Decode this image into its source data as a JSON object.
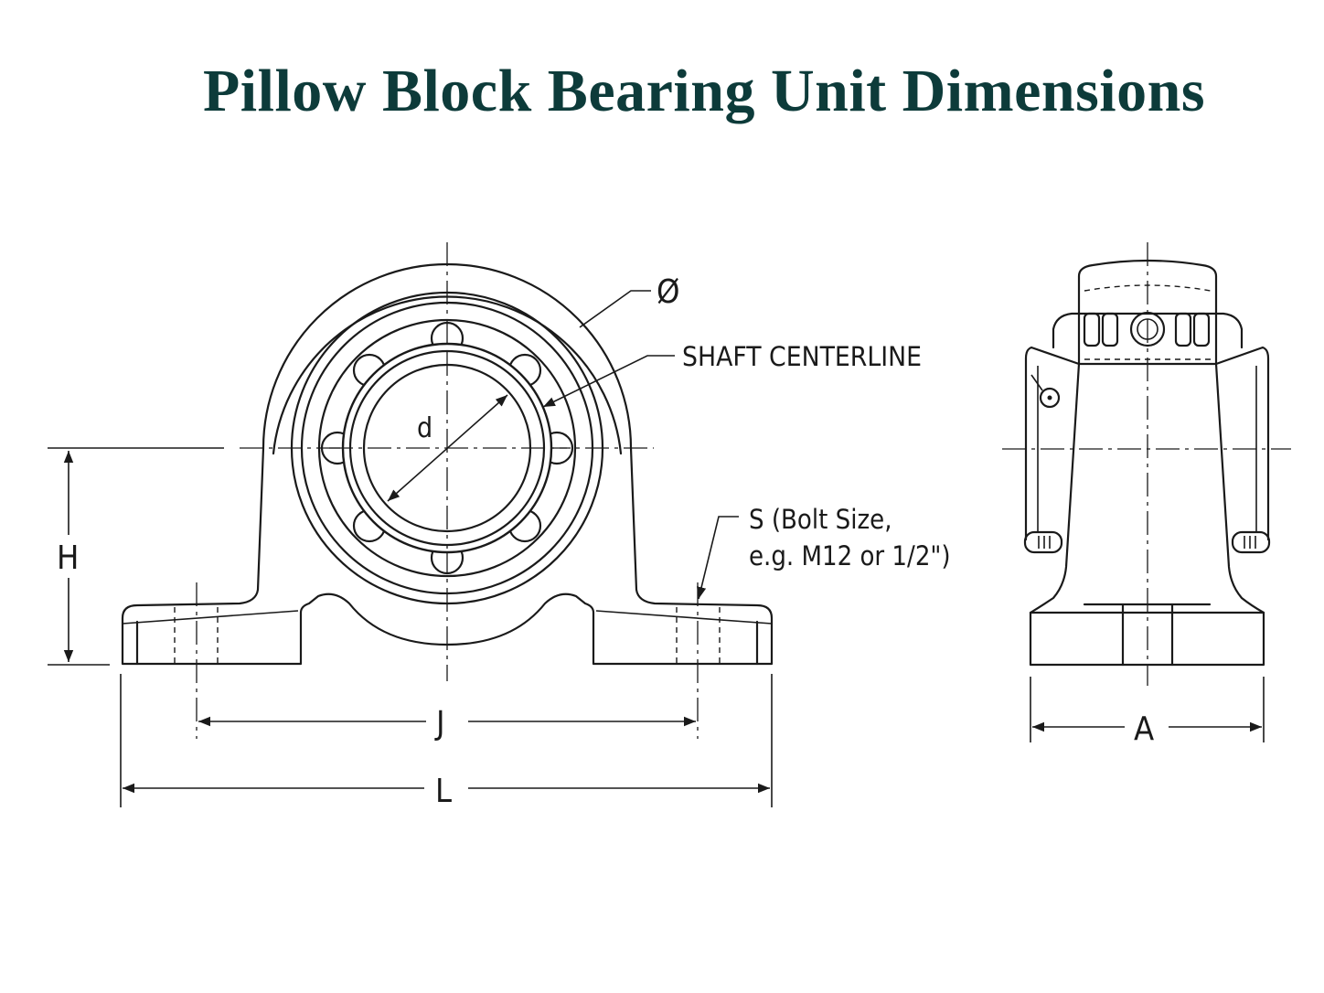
{
  "title": "Pillow Block Bearing Unit Dimensions",
  "colors": {
    "title": "#0d3b3a",
    "line": "#1a1a1a",
    "background": "#ffffff"
  },
  "labels": {
    "diameter_symbol": "Ø",
    "shaft_centerline": "SHAFT CENTERLINE",
    "bore": "d",
    "height": "H",
    "bolt_spacing": "J",
    "overall_length": "L",
    "width": "A",
    "bolt_size_line1": "S (Bolt Size,",
    "bolt_size_line2": "e.g. M12 or 1/2\")"
  }
}
